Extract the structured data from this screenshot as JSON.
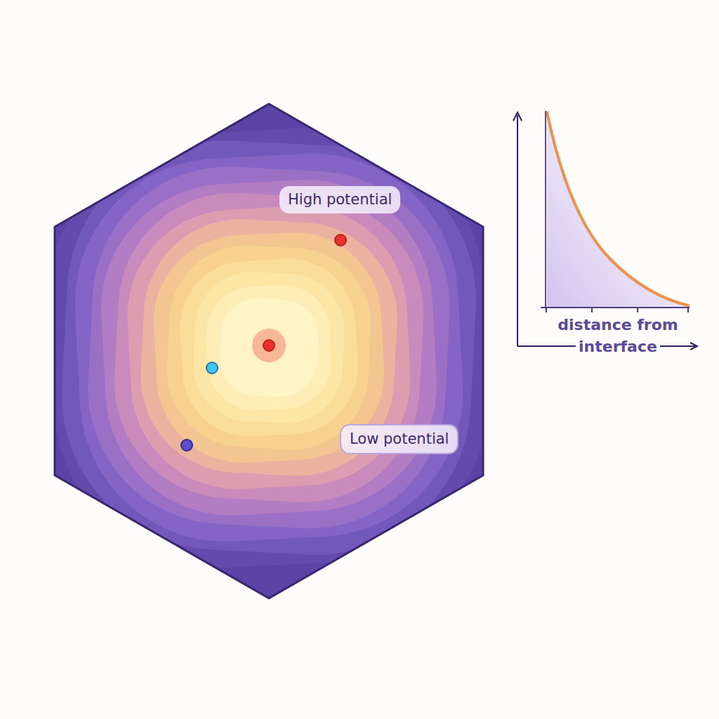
{
  "diagram": {
    "nodes": [
      {
        "text": [
          "High potential"
        ]
      },
      {
        "text": [
          "Low potential"
        ]
      }
    ],
    "labels": [
      "distance from interface"
    ]
  }
}
